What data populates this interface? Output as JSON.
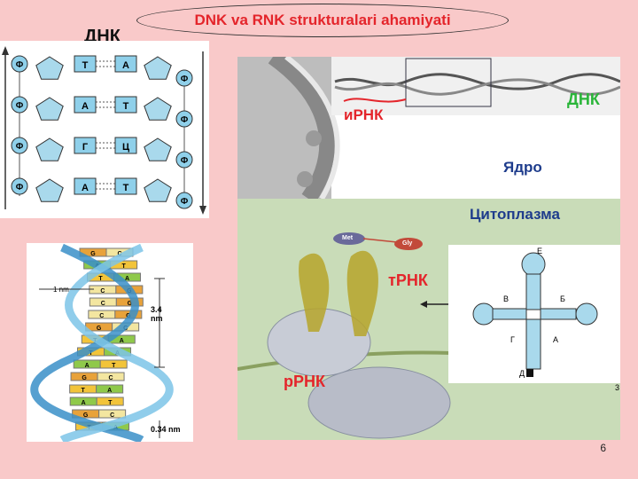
{
  "slide": {
    "title": "DNK va RNK strukturalari ahamiyati",
    "dnk_heading": "ДНК",
    "page_number": "6"
  },
  "ladder": {
    "phosphate": "Ф",
    "pairs": [
      {
        "left": "Т",
        "right": "А"
      },
      {
        "left": "А",
        "right": "Т"
      },
      {
        "left": "Г",
        "right": "Ц"
      },
      {
        "left": "А",
        "right": "Т"
      }
    ]
  },
  "helix": {
    "label_1nm": "1 nm",
    "label_34": "3.4",
    "label_34u": "nm",
    "label_034": "0.34 nm",
    "bases": [
      "G",
      "C",
      "A",
      "T",
      "T",
      "A",
      "C",
      "G",
      "C",
      "G",
      "C",
      "G",
      "G",
      "C",
      "T",
      "A",
      "T",
      "A",
      "A",
      "T",
      "G",
      "C",
      "T",
      "A",
      "A",
      "T",
      "G",
      "C",
      "T",
      "A"
    ]
  },
  "synthesis": {
    "dnk": "ДНК",
    "irnk": "иРНК",
    "yadro": "Ядро",
    "cytoplasm": "Цитоплазма",
    "met": "Met",
    "gly": "Gly",
    "trnk": "тРНК",
    "rrnk": "рРНК",
    "edge_num": "3"
  },
  "trna": {
    "e": "Е",
    "v": "В",
    "b": "Б",
    "g": "Г",
    "a": "А",
    "d": "Д"
  },
  "colors": {
    "title": "#e4252b",
    "dnk_green": "#2bb53a",
    "irnk_red": "#e4252b",
    "cyto_blue": "#1e3c8c",
    "watermark": "#8b3aa8"
  }
}
